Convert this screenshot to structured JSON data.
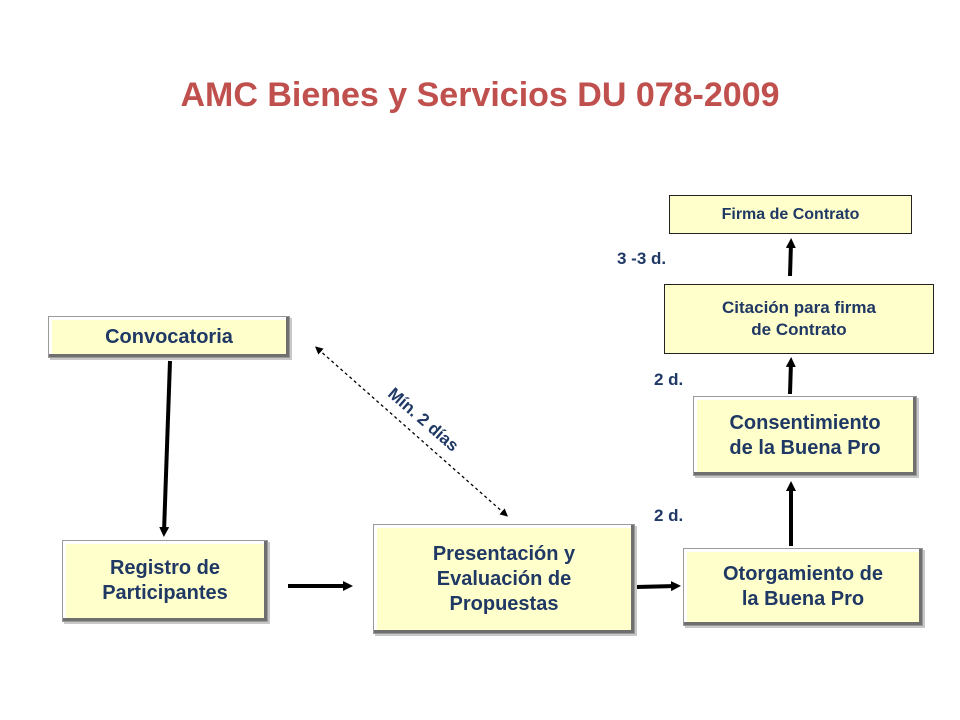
{
  "title": "AMC Bienes y Servicios DU 078-2009",
  "colors": {
    "title": "#c0504d",
    "node_text": "#1f3864",
    "node_fill": "#ffffcc",
    "plain_text": "#1f3864"
  },
  "nodes": {
    "convocatoria": "Convocatoria",
    "registro": "Registro de\nParticipantes",
    "presentacion": "Presentación y\nEvaluación de\nPropuestas",
    "otorgamiento": "Otorgamiento de\nla Buena Pro",
    "consentimiento": "Consentimiento\nde la Buena Pro",
    "citacion": "Citación para firma\nde Contrato",
    "firma": "Firma de Contrato"
  },
  "labels": {
    "min_dias": "Mín. 2 días",
    "d_2_lower": "2 d.",
    "d_2_upper": "2 d.",
    "d_3": "3 -3 d."
  }
}
